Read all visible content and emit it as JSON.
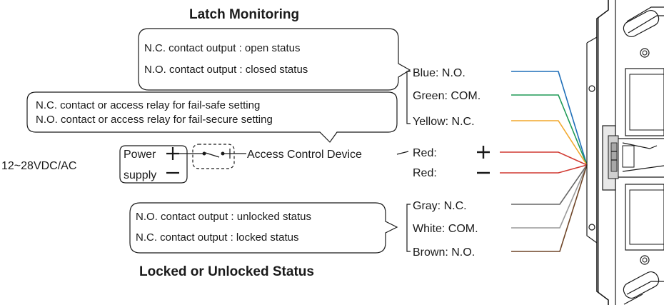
{
  "titles": {
    "latch": "Latch Monitoring",
    "locked": "Locked or Unlocked Status"
  },
  "notes": {
    "latch_nc": "N.C. contact output : open status",
    "latch_no": "N.O. contact output : closed status",
    "relay_nc": "N.C. contact or access relay for fail-safe setting",
    "relay_no": "N.O. contact or access relay for fail-secure setting",
    "lock_no": "N.O. contact output : unlocked status",
    "lock_nc": "N.C. contact output : locked status"
  },
  "power": {
    "voltage": "12~28VDC/AC",
    "line1": "Power",
    "line2": "supply",
    "device": "Access Control Device"
  },
  "wires": {
    "blue": {
      "label": "Blue: N.O.",
      "color": "#1f6fb8"
    },
    "green": {
      "label": "Green: COM.",
      "color": "#1e9a57"
    },
    "yellow": {
      "label": "Yellow: N.C.",
      "color": "#f2a72b"
    },
    "red_plus": {
      "label": "Red:",
      "color": "#d13a32"
    },
    "red_minus": {
      "label": "Red:",
      "color": "#d13a32"
    },
    "gray": {
      "label": "Gray: N.C.",
      "color": "#666666"
    },
    "white": {
      "label": "White: COM.",
      "color": "#9a9a9a"
    },
    "brown": {
      "label": "Brown: N.O.",
      "color": "#6e4426"
    }
  }
}
